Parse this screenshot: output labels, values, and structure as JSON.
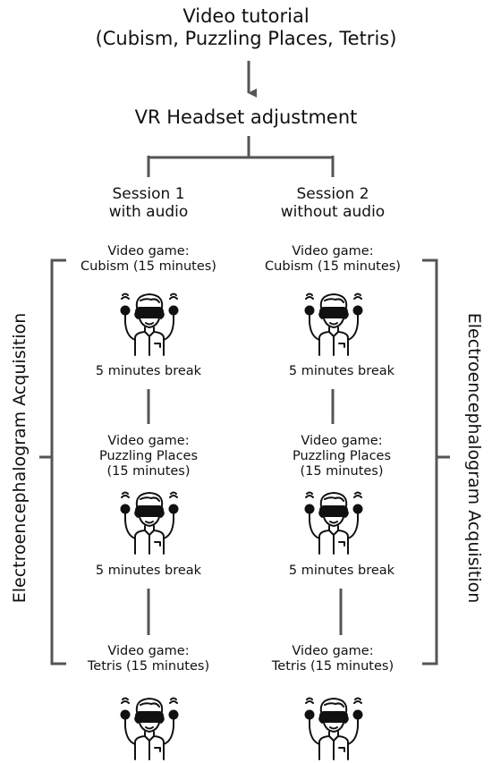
{
  "header": {
    "title_line1": "Video tutorial",
    "title_line2": "(Cubism, Puzzling Places, Tetris)",
    "adjustment": "VR Headset adjustment"
  },
  "side_label": "Electroencephalogram Acquisition",
  "sessions": [
    {
      "line1": "Session 1",
      "line2": "with audio",
      "steps": {
        "cubism_1": "Video game:",
        "cubism_2": "Cubism (15 minutes)",
        "break1": "5 minutes break",
        "puzzle_1": "Video game:",
        "puzzle_2": "Puzzling Places",
        "puzzle_3": "(15 minutes)",
        "break2": "5 minutes break",
        "tetris_1": "Video game:",
        "tetris_2": "Tetris (15 minutes)"
      }
    },
    {
      "line1": "Session 2",
      "line2": "without audio",
      "steps": {
        "cubism_1": "Video game:",
        "cubism_2": "Cubism (15 minutes)",
        "break1": "5 minutes break",
        "puzzle_1": "Video game:",
        "puzzle_2": "Puzzling Places",
        "puzzle_3": "(15 minutes)",
        "break2": "5 minutes break",
        "tetris_1": "Video game:",
        "tetris_2": "Tetris (15 minutes)"
      }
    }
  ],
  "icons": {
    "player": "vr-player-icon"
  }
}
